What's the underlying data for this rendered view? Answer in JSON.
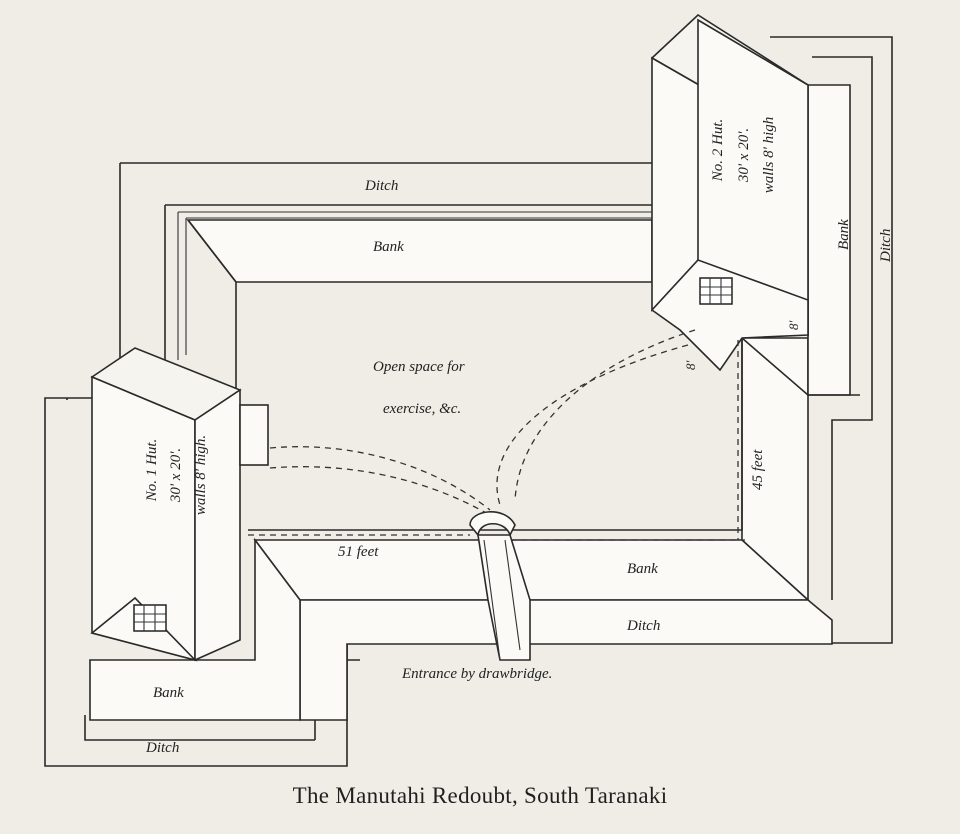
{
  "labels": {
    "ditch_top": "Ditch",
    "ditch_right": "Ditch",
    "ditch_bottom": "Ditch",
    "ditch_left": "Ditch",
    "bank_top": "Bank",
    "bank_right": "Bank",
    "bank_bottom": "Bank",
    "bank_left": "Bank",
    "open_space_line1": "Open space for",
    "open_space_line2": "exercise, &c.",
    "hut1_name": "No. 1 Hut.",
    "hut1_size": "30' x 20'.",
    "hut1_walls": "walls 8' high.",
    "hut2_name": "No. 2 Hut.",
    "hut2_size": "30' x 20'.",
    "hut2_walls": "walls 8' high",
    "dim_51": "51 feet",
    "dim_45": "45 feet",
    "dim_8a": "8'",
    "dim_8b": "8'",
    "entrance": "Entrance by drawbridge."
  },
  "caption": "The Manutahi Redoubt, South Taranaki",
  "colors": {
    "paper": "#efede6",
    "ink": "#2a2a2a"
  }
}
